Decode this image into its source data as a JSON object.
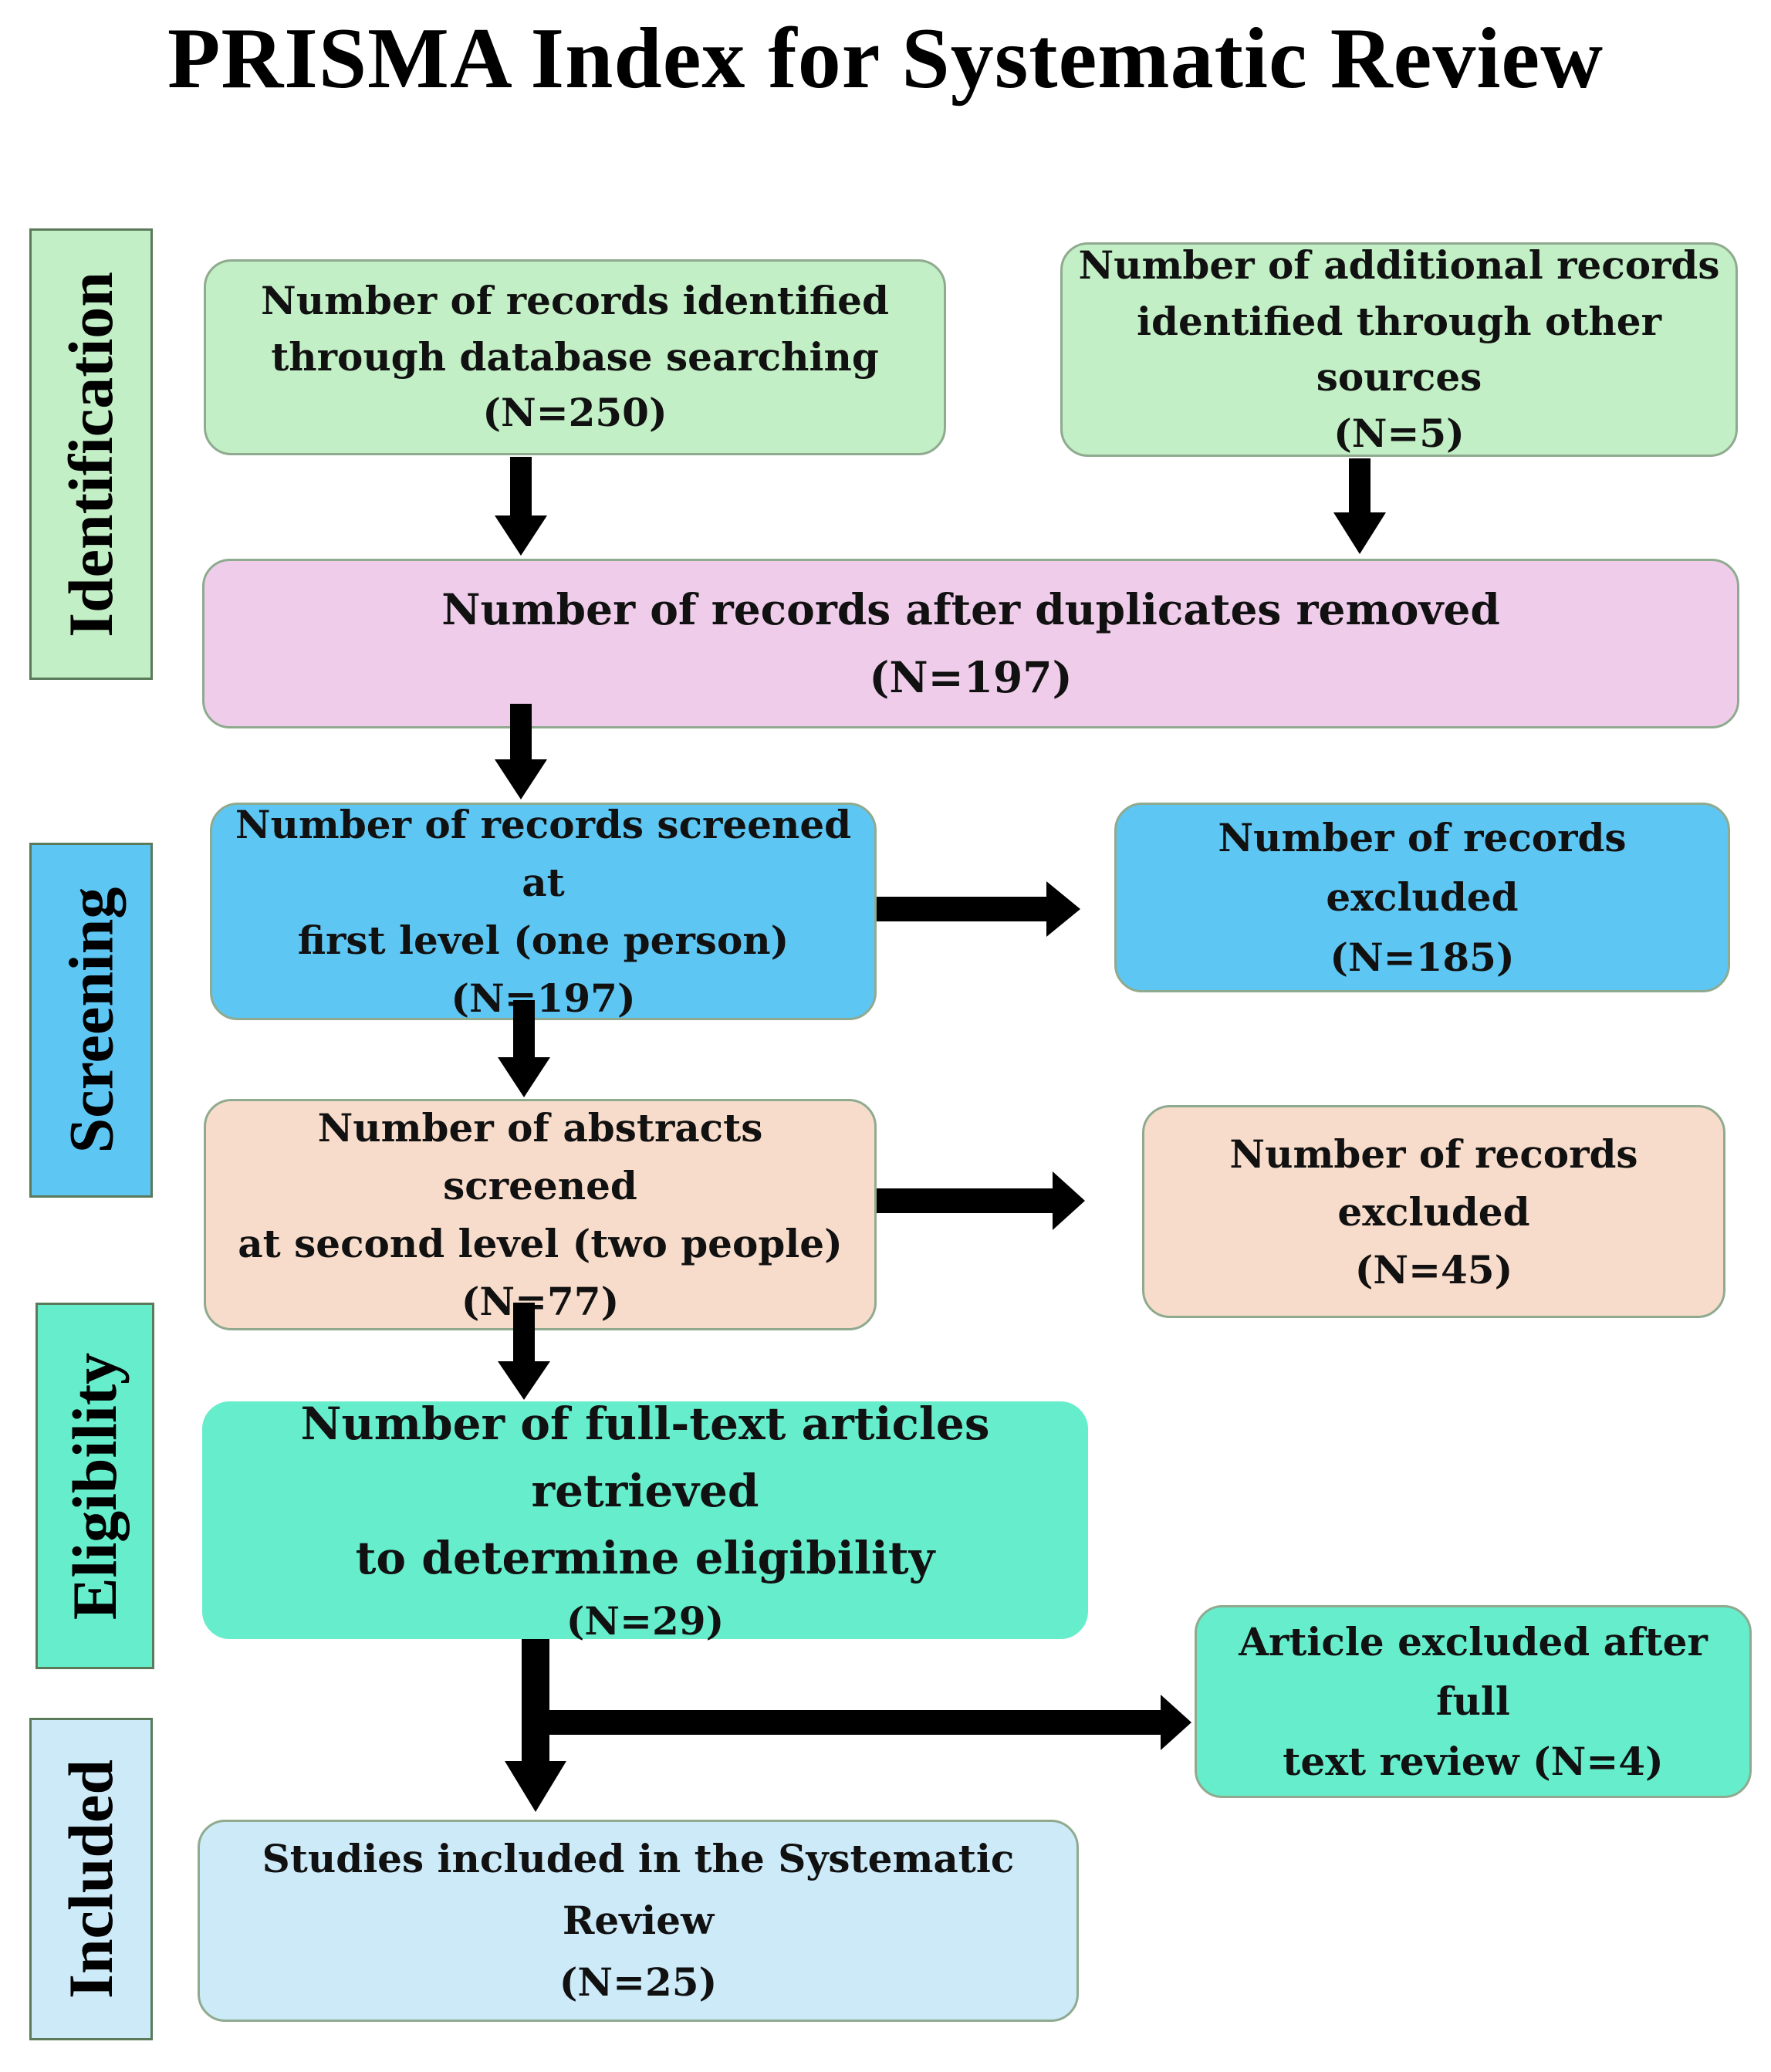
{
  "title": "PRISMA Index for Systematic Review",
  "stages": {
    "identification": "Identification",
    "screening": "Screening",
    "eligibility": "Eligibility",
    "included": "Included"
  },
  "boxes": {
    "database": {
      "line1": "Number of records identified",
      "line2": "through database searching",
      "count": "(N=250)"
    },
    "other_sources": {
      "line1": "Number of additional records",
      "line2": "identified through other sources",
      "count": "(N=5)"
    },
    "duplicates_removed": {
      "line1": "Number of records after duplicates removed",
      "count": "(N=197)"
    },
    "first_level": {
      "line1": "Number of records screened at",
      "line2": "first level (one person)",
      "count": "(N=197)"
    },
    "first_excluded": {
      "line1": "Number of records excluded",
      "count": "(N=185)"
    },
    "second_level": {
      "line1": "Number of abstracts screened",
      "line2": "at second level (two people)",
      "count": "(N=77)"
    },
    "second_excluded": {
      "line1": "Number of records",
      "line2": "excluded",
      "count": "(N=45)"
    },
    "full_text": {
      "line1": "Number of full-text articles retrieved",
      "line2": "to determine eligibility",
      "count": "(N=29)"
    },
    "full_text_excluded": {
      "line1": "Article excluded after full",
      "line2": "text review (N=4)"
    },
    "included": {
      "line1": "Studies included in the Systematic Review",
      "count": "(N=25)"
    }
  },
  "colors": {
    "identification": "#c2efc5",
    "duplicates": "#efcdea",
    "screening": "#5ec6f2",
    "second_level": "#f8dccb",
    "eligibility": "#66edcc",
    "included": "#cdeaf8",
    "arrow": "#000000"
  }
}
